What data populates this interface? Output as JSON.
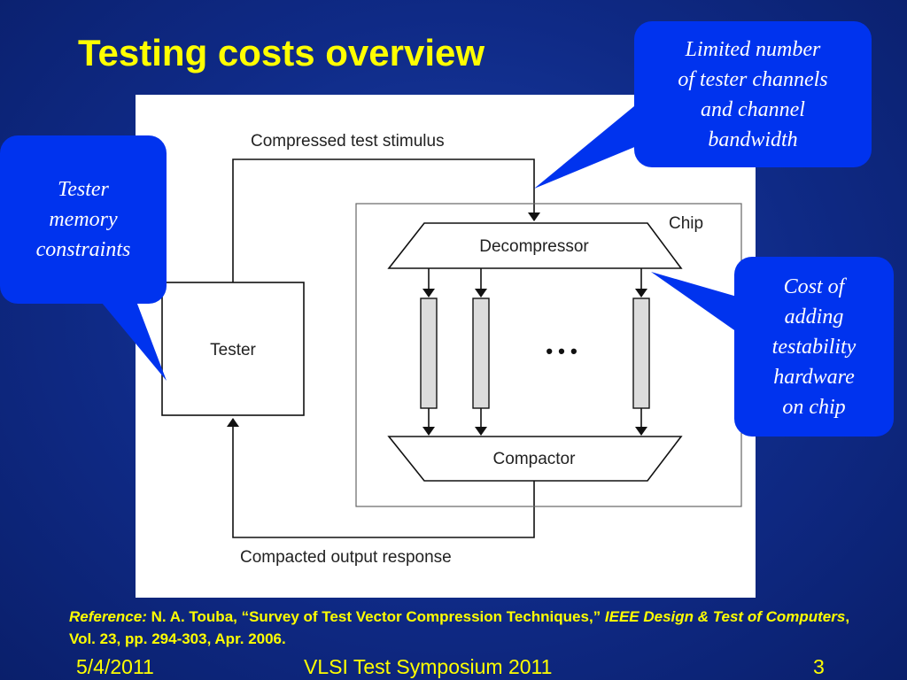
{
  "slide": {
    "title": "Testing costs overview",
    "colors": {
      "background": "#0f2a86",
      "title": "#ffff00",
      "callout": "#0033ee"
    }
  },
  "diagram": {
    "top_arrow_label": "Compressed test stimulus",
    "bottom_arrow_label": "Compacted output response",
    "tester_label": "Tester",
    "chip_label": "Chip",
    "decompressor_label": "Decompressor",
    "compactor_label": "Compactor",
    "ellipsis": "• • •",
    "scan_chain_count": 3
  },
  "callouts": {
    "tester_memory": "Tester\nmemory\nconstraints",
    "tester_channels": "Limited number\nof tester channels\nand channel\nbandwidth",
    "testability_hw": "Cost of\nadding\ntestability\nhardware\non chip"
  },
  "reference": {
    "lead": "Reference:",
    "authors_title": " N. A. Touba, “Survey of Test Vector Compression Techniques,” ",
    "journal": "IEEE Design & Test of Computers",
    "details": ", Vol. 23, pp. 294-303, Apr. 2006."
  },
  "footer": {
    "date": "5/4/2011",
    "conference": "VLSI Test Symposium 2011",
    "page": "3"
  }
}
